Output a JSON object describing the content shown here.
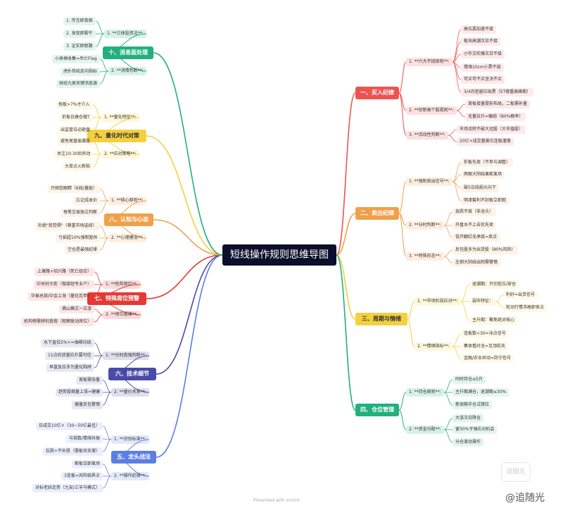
{
  "root": "短线操作规则思维导图",
  "footer": "Presented with xmind",
  "author": "@追随光",
  "stamp": "追随光",
  "branches": [
    {
      "id": "b1",
      "label": "一、买入纪律",
      "color": "#ef5350",
      "sub": [
        {
          "label": "1. **六大不接原则**:",
          "items": [
            "高位震加速不接",
            "板块高潮次日不接",
            "小作文吹爆次日不接",
            "情绪10cm小票不接",
            "可买可不买坚决不买",
            "3/4月拒避垃圾票（ST德重高峰期）"
          ]
        },
        {
          "label": "2. **创新高个股规则**:",
          "items": [
            "首板接量提前布局，二板需补量",
            "无量拉升=骗炮（80%概率）"
          ]
        },
        {
          "label": "3. **流动性判断**:",
          "items": [
            "市场流转不破大冠股（大市值股）",
            "20亿+成交量黄位连板谨慎"
          ]
        }
      ]
    },
    {
      "id": "b2",
      "label": "二、卖出纪律",
      "color": "#f0a04b",
      "sub": [
        {
          "label": "1. **强制卖出信号**:",
          "items": [
            "折板先卖（不参与调整）",
            "两根大阴线果断离场",
            "破5日线损头向下",
            "明津套利不封板立即跑"
          ]
        },
        {
          "label": "2. **分时判断**:",
          "items": [
            "急跌不接（非龙头）",
            "开盘水不上去优先卖",
            "低开翻红无承接=卖点"
          ]
        },
        {
          "label": "3. **特殊形态**:",
          "items": [
            "反包股多为出货股（80%风险）",
            "左倒大阴线出制需警惕"
          ]
        }
      ]
    },
    {
      "id": "b3",
      "label": "三、周期与情绪",
      "color": "#f4d03f",
      "dark": true,
      "sub": [
        {
          "label": "1. **市场阶段应对**:",
          "items": []
        },
        {
          "label": "2. **情绪指标**:",
          "items": [
            "连板数<30=冰点信号",
            "集体看好龙=见顶前兆",
            "金融/农业异动=防守信号"
          ]
        }
      ]
    },
    {
      "id": "b4",
      "label": "四、仓位管理",
      "color": "#22b07d",
      "sub": [
        {
          "label": "1. **持仓原则**:",
          "items": [
            "同时持仓≤5只",
            "主升期满仓，退潮期≤30%",
            "新周期半仓试错位"
          ]
        },
        {
          "label": "2. **资金分配**:",
          "items": [
            "大涨次日降仓",
            "留30%子弹应对机会",
            "分仓滚动操作"
          ]
        }
      ]
    },
    {
      "id": "b5",
      "label": "五、龙头战法",
      "color": "#5b7ee5",
      "sub": [
        {
          "label": "1. **识别标准**:",
          "items": [
            "日成交10亿+（30~50亿最佳）",
            "与指数/情绪共振",
            "抗跌+不补跌（需板块支撑）"
          ]
        },
        {
          "label": "2. **操作纪律**:",
          "items": [
            "断板日即离场",
            "3连板=风险临界点",
            "对标老妖走势（九安/三羊马模式）"
          ]
        }
      ]
    },
    {
      "id": "b6",
      "label": "六、技术细节",
      "color": "#4a4aa8",
      "sub": [
        {
          "label": "1. **分时真强判断**:",
          "items": [
            "水下直拉5%+=抽稀均线",
            "11点后放量拉升要可信",
            "早盘急拉多为量化陷阱"
          ]
        },
        {
          "label": "2. **量价关系**:",
          "items": [
            "首板需倍量",
            "趋势股缩量上涨=健康",
            "爆量反包警惕"
          ]
        }
      ]
    },
    {
      "id": "b7",
      "label": "七、特殊席位预警",
      "color": "#e53935",
      "sub": [
        {
          "label": "1. **危险席位**:",
          "items": [
            "上塘路+绍兴路（死亡组合）",
            "中关村大街（做接短专业户）",
            "华泰总部/中金上海（量化瓦甲）"
          ]
        },
        {
          "label": "2. **席位规律**:",
          "items": [
            "佛山模式一日游",
            "机构榜需辨别真假（观察联动席位）"
          ]
        }
      ]
    },
    {
      "id": "b8",
      "label": "八、认知与心态",
      "color": "#f0a04b",
      "sub": [
        {
          "label": "1. **核心原则**:",
          "items": [
            "只相信眼睛（K线/量能）",
            "忘记成本价",
            "每笔交易独立判断"
          ]
        },
        {
          "label": "2. **心理建设**:",
          "items": [
            "杜绝\"我觉得\"（尊重市场选择）",
            "亏损超10%强制暂休",
            "空仓是最强纪律"
          ]
        }
      ]
    },
    {
      "id": "b9",
      "label": "九、量化时代对策",
      "color": "#f4d03f",
      "dark": true,
      "sub": [
        {
          "label": "1. **量化特征**:",
          "items": [
            "拖板>7%才介入",
            "折板日建仓做T",
            "出监管日必砸盘"
          ]
        },
        {
          "label": "2. **应对策略**:",
          "items": [
            "避免尾盘偷袭股",
            "关注10:30后异动",
            "大单点火新陷"
          ]
        }
      ]
    },
    {
      "id": "b10",
      "label": "十、消息面处理",
      "color": "#22b07d",
      "sub": [
        {
          "label": "1. **三体投资法**:",
          "items": [
            "1. 传言即真相",
            "2. 发现即脚干",
            "3. 证实即跑路"
          ]
        },
        {
          "label": "2. **消情判断**:",
          "items": [
            "小表格收集=吊亡Flag",
            "虎扑热帖反向指标",
            "财经九家关键消息源"
          ]
        }
      ]
    }
  ],
  "b3_extra": {
    "phase_a": "退潮期：只切低位/穿仓",
    "phase_b_label": "弱市特征：",
    "phase_b_items": [
      "利好=出货信号",
      "轮动行情冲高即卖点"
    ],
    "phase_c": "主升期：聚焦绝对核心"
  }
}
